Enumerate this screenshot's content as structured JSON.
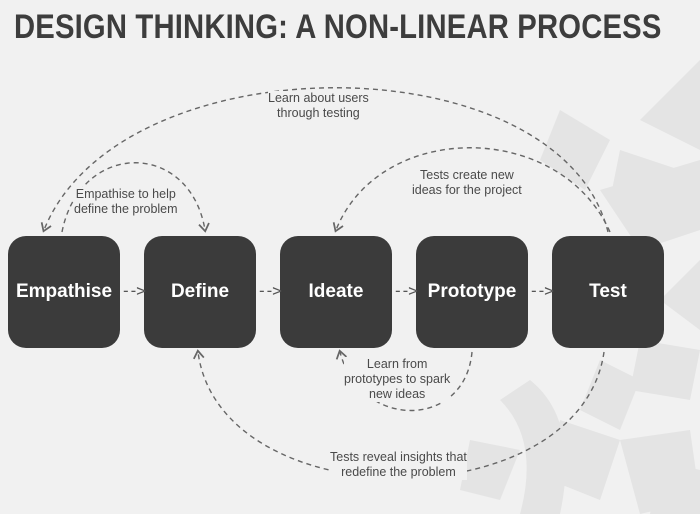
{
  "title": "DESIGN THINKING: A NON-LINEAR PROCESS",
  "stages": [
    {
      "label": "Empathise"
    },
    {
      "label": "Define"
    },
    {
      "label": "Ideate"
    },
    {
      "label": "Prototype"
    },
    {
      "label": "Test"
    }
  ],
  "connector_glyph": "-->",
  "notes": {
    "learn_users": [
      "Learn about users",
      "through testing"
    ],
    "empathise_help": [
      "Empathise to help",
      "define the problem"
    ],
    "tests_ideas": [
      "Tests create new",
      "ideas for the project"
    ],
    "learn_prototypes": [
      "Learn from",
      "prototypes to spark",
      "new ideas"
    ],
    "tests_reveal": [
      "Tests reveal insights that",
      "redefine the problem"
    ]
  },
  "colors": {
    "background": "#f1f1f1",
    "box": "#3b3b3b",
    "arc": "#666666",
    "watermark": "#e3e3e3"
  }
}
